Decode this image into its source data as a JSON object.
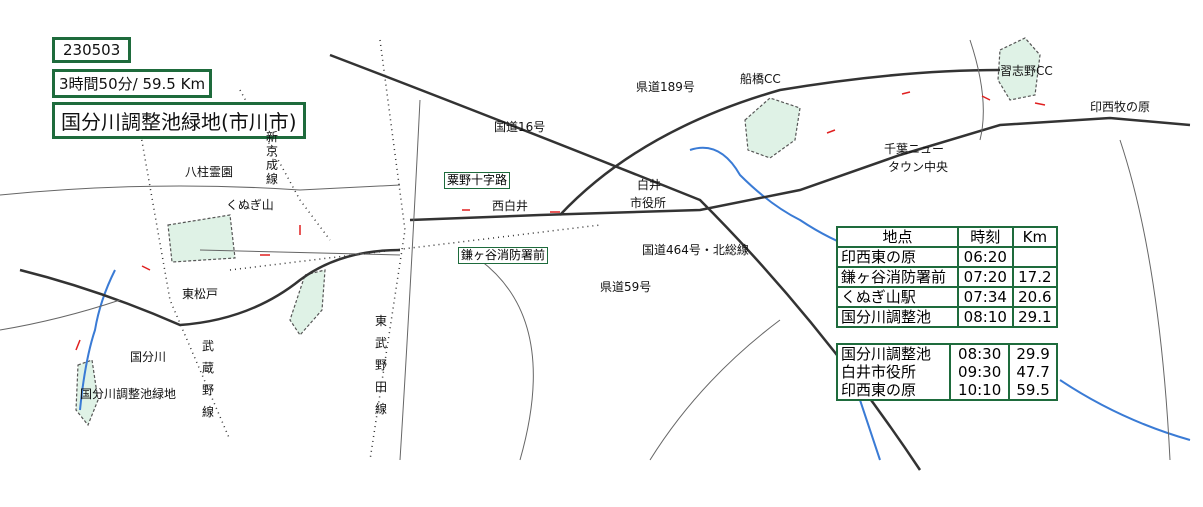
{
  "header": {
    "date": "230503",
    "duration": "3時間50分/ 59.5 Km",
    "title": "国分川調整池緑地(市川市)"
  },
  "labels": {
    "kendo189": "県道189号",
    "funabashi_cc": "船橋CC",
    "narashino_cc": "習志野CC",
    "inzai_makinohara": "印西牧の原",
    "kokudo16": "国道16号",
    "chiba_nt_1": "千葉ニュー",
    "chiba_nt_2": "タウン中央",
    "yabashira": "八柱霊園",
    "shinkeisei": "新京成線",
    "kunugiyama": "くぬぎ山",
    "awano": "粟野十字路",
    "nishishiroi": "西白井",
    "shiroi_1": "白井",
    "shiroi_2": "市役所",
    "kamagaya": "鎌ヶ谷消防署前",
    "kokudo464": "国道464号・北総線",
    "kendo59": "県道59号",
    "higashimatsudo": "東松戸",
    "kokubugawa": "国分川",
    "musashino": "武蔵野線",
    "kokubugawa_park": "国分川調整池緑地",
    "tobu_noda": "東武野田線"
  },
  "table": {
    "headers": [
      "地点",
      "時刻",
      "Km"
    ],
    "rows": [
      [
        "印西東の原",
        "06:20",
        ""
      ],
      [
        "鎌ヶ谷消防署前",
        "07:20",
        "17.2"
      ],
      [
        "くぬぎ山駅",
        "07:34",
        "20.6"
      ],
      [
        "国分川調整池",
        "08:10",
        "29.1"
      ]
    ],
    "rows2": [
      [
        "国分川調整池",
        "08:30",
        "29.9"
      ],
      [
        "白井市役所",
        "09:30",
        "47.7"
      ],
      [
        "印西東の原",
        "10:10",
        "59.5"
      ]
    ]
  },
  "colors": {
    "frame": "#1e6b3c",
    "route": "#e02020",
    "river": "#3a7bd5",
    "park": "#dff2e6"
  }
}
